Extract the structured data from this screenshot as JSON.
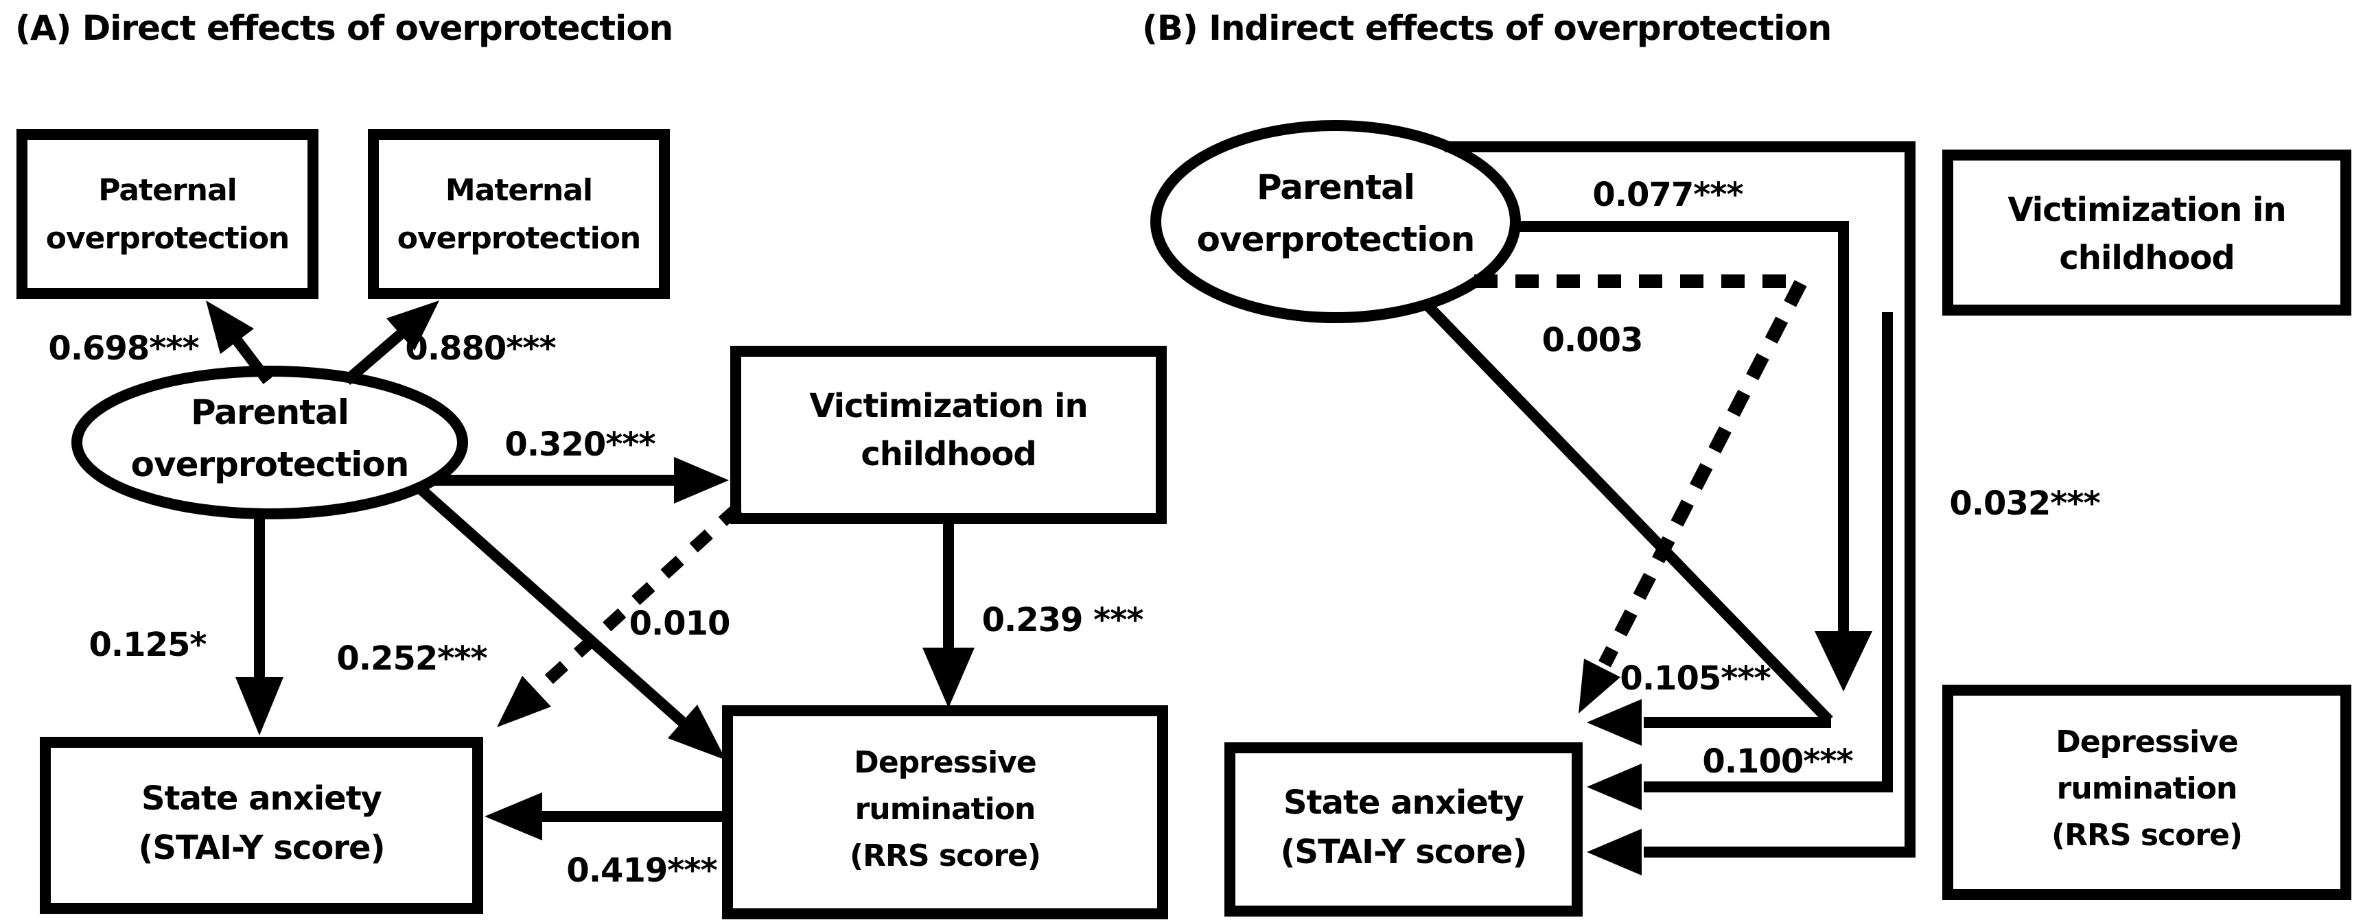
{
  "figure": {
    "background": "#ffffff",
    "ink": "#000000"
  },
  "panel_a": {
    "title": "(A) Direct effects of overprotection",
    "nodes": {
      "paternal": [
        "Paternal",
        "overprotection"
      ],
      "maternal": [
        "Maternal",
        "overprotection"
      ],
      "parental": [
        "Parental",
        "overprotection"
      ],
      "victimization": [
        "Victimization in",
        "childhood"
      ],
      "state_anxiety": [
        "State anxiety",
        "(STAI-Y score)"
      ],
      "rumination": [
        "Depressive",
        "rumination",
        "(RRS score)"
      ]
    },
    "coef": {
      "po_paternal": "0.698***",
      "po_maternal": "0.880***",
      "po_victimization": "0.320***",
      "po_state_anxiety": "0.125*",
      "po_rumination": "0.252***",
      "vict_state_anxiety_dashed": "0.010",
      "vict_rumination": "0.239 ***",
      "rum_state_anxiety": "0.419***"
    }
  },
  "panel_b": {
    "title": "(B) Indirect effects of overprotection",
    "nodes": {
      "parental": [
        "Parental",
        "overprotection"
      ],
      "victimization": [
        "Victimization in",
        "childhood"
      ],
      "state_anxiety": [
        "State anxiety",
        "(STAI-Y score)"
      ],
      "rumination": [
        "Depressive",
        "rumination",
        "(RRS score)"
      ]
    },
    "coef": {
      "outer_path": "0.032***",
      "upper_path": "0.077***",
      "dashed_path": "0.003",
      "diagonal_path": "0.105***",
      "middle_path": "0.100***"
    }
  }
}
